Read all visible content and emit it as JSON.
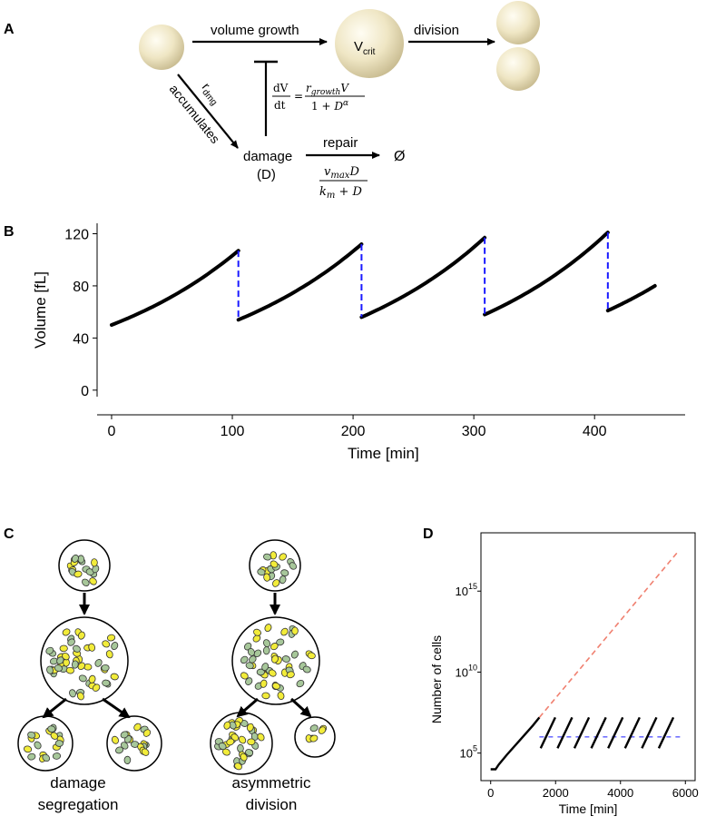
{
  "panels": {
    "a": "A",
    "b": "B",
    "c": "C",
    "d": "D"
  },
  "schematic": {
    "volume_growth": "volume growth",
    "division": "division",
    "vcrit_main": "V",
    "vcrit_sub": "crit",
    "r_main": "r",
    "r_sub": "dmg",
    "accumulates": "accumulates",
    "eq_lhs_num": "dV",
    "eq_lhs_den": "dt",
    "eq_equals": "=",
    "eq_num_r": "r",
    "eq_num_sub": "growth",
    "eq_num_v": "V",
    "eq_den_1": "1 + ",
    "eq_den_d": "D",
    "eq_den_alpha": "α",
    "damage": "damage",
    "damage_paren": "(D)",
    "repair": "repair",
    "empty_set": "Ø",
    "repair_num_v": "v",
    "repair_num_sub": "max",
    "repair_num_d": "D",
    "repair_den_k": "k",
    "repair_den_sub": "m",
    "repair_den_rest": " + D",
    "colors": {
      "sphere_light": "#fbf6e4",
      "sphere_dark": "#c9bd93"
    }
  },
  "chart_data": [
    {
      "type": "line",
      "panel": "B",
      "xlabel": "Time [min]",
      "ylabel": "Volume [fL]",
      "xlim": [
        -12,
        475
      ],
      "ylim": [
        -5,
        128
      ],
      "xticks": [
        0,
        100,
        200,
        300,
        400
      ],
      "yticks": [
        0,
        40,
        80,
        120
      ],
      "series": [
        {
          "segments": [
            {
              "start": [
                0,
                50
              ],
              "end": [
                105,
                107
              ]
            },
            {
              "start": [
                105,
                54
              ],
              "end": [
                207,
                112
              ]
            },
            {
              "start": [
                207,
                56
              ],
              "end": [
                309,
                117
              ]
            },
            {
              "start": [
                309,
                58
              ],
              "end": [
                411,
                121
              ]
            },
            {
              "start": [
                411,
                61
              ],
              "end": [
                450,
                80
              ]
            }
          ]
        }
      ],
      "division_lines": [
        {
          "x": 105,
          "from": 107,
          "to": 54
        },
        {
          "x": 207,
          "from": 112,
          "to": 56
        },
        {
          "x": 309,
          "from": 117,
          "to": 58
        },
        {
          "x": 411,
          "from": 121,
          "to": 61
        }
      ],
      "colors": {
        "line": "#000000",
        "division": "#1a1aff"
      },
      "grid": false
    },
    {
      "type": "line",
      "panel": "D",
      "xlabel": "Time [min]",
      "ylabel": "Number of cells",
      "y_scale": "log",
      "xlim": [
        -300,
        6300
      ],
      "ylim_exp": [
        3.3,
        18.6
      ],
      "xticks": [
        0,
        2000,
        4000,
        6000
      ],
      "yticks_exp": [
        5,
        10,
        15
      ],
      "ytick_labels": [
        "10",
        "10",
        "10"
      ],
      "ytick_sups": [
        "5",
        "10",
        "15"
      ],
      "series": [
        {
          "name": "",
          "style": "solid",
          "color": "#000000",
          "points": [
            [
              0,
              4.0
            ],
            [
              150,
              4.0
            ],
            [
              250,
              4.3
            ],
            [
              500,
              4.9
            ],
            [
              900,
              5.8
            ],
            [
              1300,
              6.7
            ],
            [
              1500,
              7.2
            ]
          ]
        },
        {
          "name": "",
          "style": "dashed",
          "color": "#f08070",
          "points": [
            [
              1500,
              7.2
            ],
            [
              5800,
              17.5
            ]
          ]
        }
      ],
      "sawtooth": {
        "start": 1500,
        "period": 520,
        "end": 5950,
        "low": 5.3,
        "high": 7.2,
        "mean": 6.0
      },
      "grid": false
    }
  ],
  "captions": {
    "c_left_1": "damage",
    "c_left_2": "segregation",
    "c_right_1": "asymmetric",
    "c_right_2": "division"
  }
}
